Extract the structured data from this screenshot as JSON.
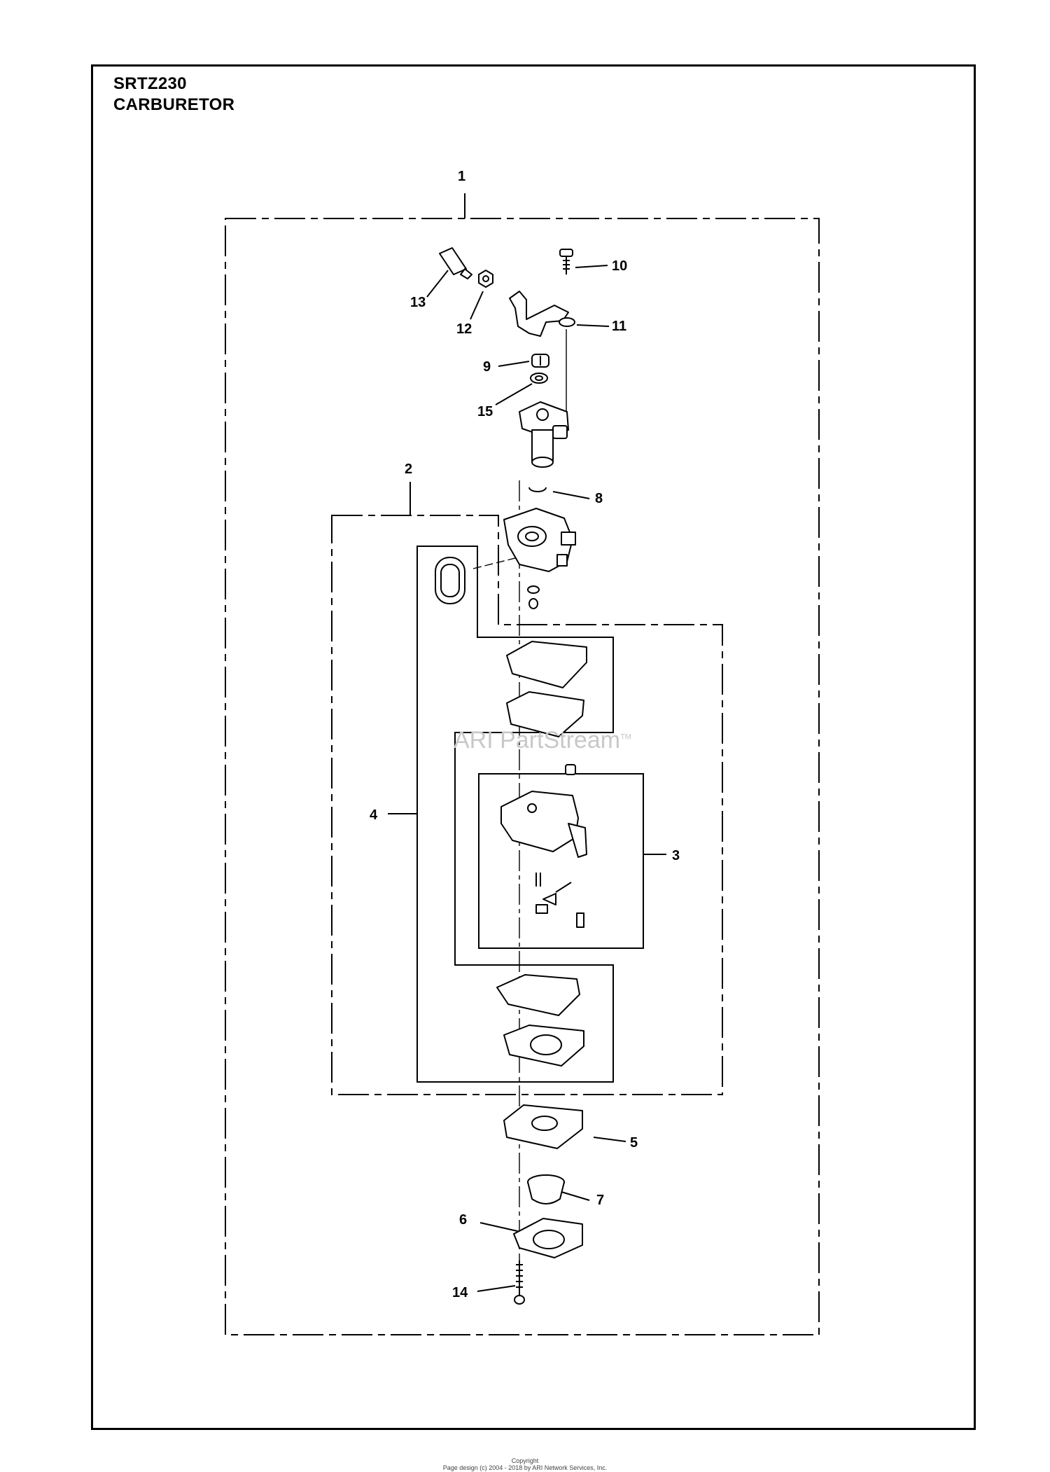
{
  "header": {
    "model": "SRTZ230",
    "section": "CARBURETOR"
  },
  "callouts": [
    "1",
    "2",
    "3",
    "4",
    "5",
    "6",
    "7",
    "8",
    "9",
    "10",
    "11",
    "12",
    "13",
    "14",
    "15"
  ],
  "watermark": {
    "text": "ARI PartStream",
    "mark": "TM"
  },
  "footer": {
    "line1": "Copyright",
    "line2": "Page design (c) 2004 - 2018 by ARI Network Services, Inc."
  }
}
